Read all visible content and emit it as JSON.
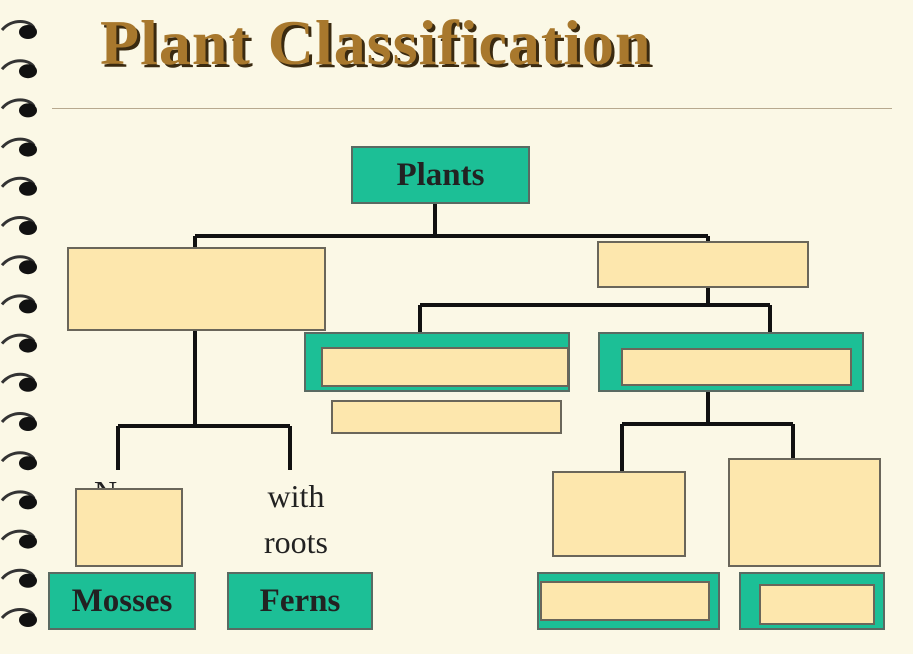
{
  "title": "Plant Classification",
  "nodes": {
    "root": "Plants",
    "left_hidden_text_fragment": "N",
    "with_label": "with",
    "roots_label": "roots",
    "mosses": "Mosses",
    "ferns": "Ferns"
  },
  "colors": {
    "teal": "#1cbf96",
    "tan": "#fde7ad",
    "title": "#a8782d",
    "background": "#fbf8e6"
  }
}
